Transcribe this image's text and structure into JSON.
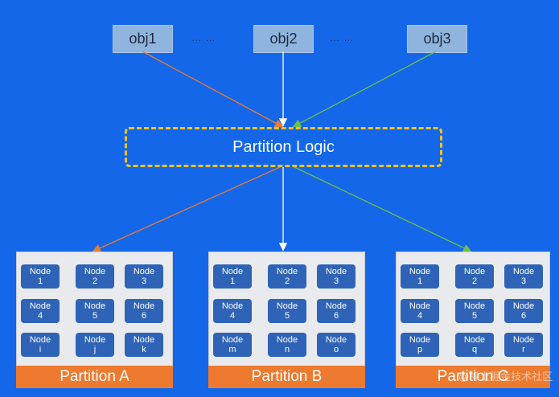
{
  "objects": [
    "obj1",
    "obj2",
    "obj3"
  ],
  "ellipsis": "… …",
  "logic_label": "Partition Logic",
  "partitions": [
    {
      "name": "Partition A",
      "nodes": [
        [
          "Node",
          "1"
        ],
        [
          "Node",
          "2"
        ],
        [
          "Node",
          "3"
        ],
        [
          "Node",
          "4"
        ],
        [
          "Node",
          "5"
        ],
        [
          "Node",
          "6"
        ],
        [
          "Node",
          "i"
        ],
        [
          "Node",
          "j"
        ],
        [
          "Node",
          "k"
        ]
      ]
    },
    {
      "name": "Partition B",
      "nodes": [
        [
          "Node",
          "1"
        ],
        [
          "Node",
          "2"
        ],
        [
          "Node",
          "3"
        ],
        [
          "Node",
          "4"
        ],
        [
          "Node",
          "5"
        ],
        [
          "Node",
          "6"
        ],
        [
          "Node",
          "m"
        ],
        [
          "Node",
          "n"
        ],
        [
          "Node",
          "o"
        ]
      ]
    },
    {
      "name": "Partition C",
      "nodes": [
        [
          "Node",
          "1"
        ],
        [
          "Node",
          "2"
        ],
        [
          "Node",
          "3"
        ],
        [
          "Node",
          "4"
        ],
        [
          "Node",
          "5"
        ],
        [
          "Node",
          "6"
        ],
        [
          "Node",
          "p"
        ],
        [
          "Node",
          "q"
        ],
        [
          "Node",
          "r"
        ]
      ]
    }
  ],
  "watermark": "@稀土掘金技术社区",
  "colors": {
    "background": "#1467e8",
    "arrow_left": "#ee7a2f",
    "arrow_mid": "#ffffff",
    "arrow_right": "#6fbf4a",
    "dashed_border": "#f5c21b",
    "partition_bar": "#ee7a2f",
    "node": "#2e63b8"
  }
}
